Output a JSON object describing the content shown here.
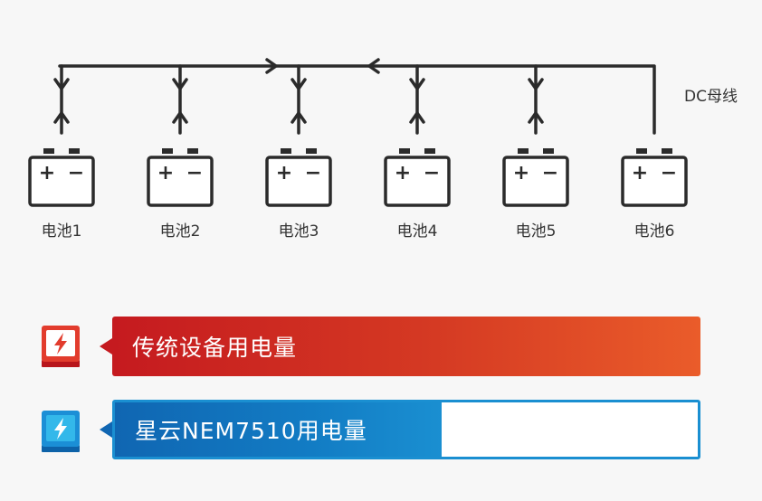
{
  "diagram": {
    "bus_label": "DC母线",
    "batteries": [
      {
        "label": "电池1",
        "plus": "+",
        "minus": "−"
      },
      {
        "label": "电池2",
        "plus": "+",
        "minus": "−"
      },
      {
        "label": "电池3",
        "plus": "+",
        "minus": "−"
      },
      {
        "label": "电池4",
        "plus": "+",
        "minus": "−"
      },
      {
        "label": "电池5",
        "plus": "+",
        "minus": "−"
      },
      {
        "label": "电池6",
        "plus": "+",
        "minus": "−"
      }
    ]
  },
  "comparison": {
    "traditional": {
      "label": "传统设备用电量",
      "icon": "lightning-icon",
      "color": "#c51a1f",
      "usage_fraction": 1.0
    },
    "nebula": {
      "label": "星云NEM7510用电量",
      "icon": "lightning-icon",
      "color": "#1a8fd1",
      "usage_fraction": 0.56
    }
  }
}
